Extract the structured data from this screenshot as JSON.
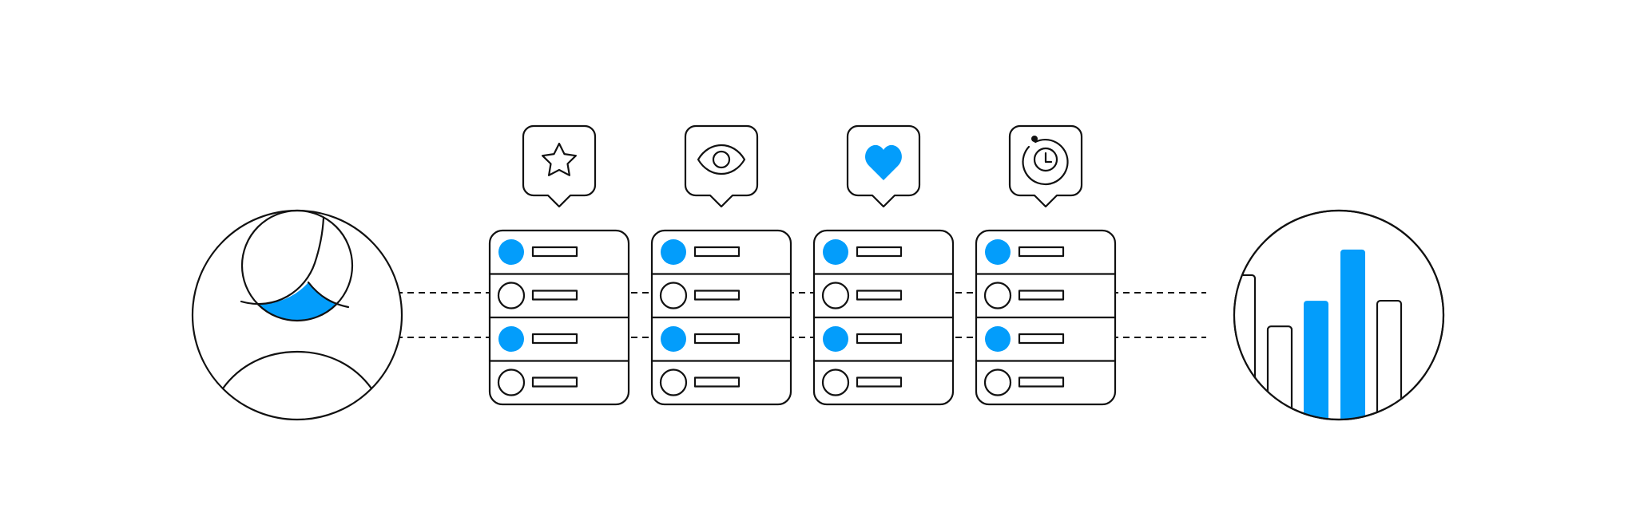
{
  "colors": {
    "accent": "#039DFB",
    "stroke": "#111111",
    "background": "#FFFFFF"
  },
  "user": {
    "icon": "user-avatar-icon"
  },
  "stages": [
    {
      "icon": "star-icon",
      "rows": [
        true,
        false,
        true,
        false
      ]
    },
    {
      "icon": "eye-icon",
      "rows": [
        true,
        false,
        true,
        false
      ]
    },
    {
      "icon": "heart-icon",
      "rows": [
        true,
        false,
        true,
        false
      ]
    },
    {
      "icon": "clock-refresh-icon",
      "rows": [
        true,
        false,
        true,
        false
      ]
    }
  ],
  "result": {
    "icon": "bar-chart-icon",
    "bars": [
      {
        "value": 0.62,
        "highlighted": false
      },
      {
        "value": 0.4,
        "highlighted": false
      },
      {
        "value": 0.51,
        "highlighted": true
      },
      {
        "value": 0.73,
        "highlighted": true
      },
      {
        "value": 0.51,
        "highlighted": false
      }
    ]
  }
}
